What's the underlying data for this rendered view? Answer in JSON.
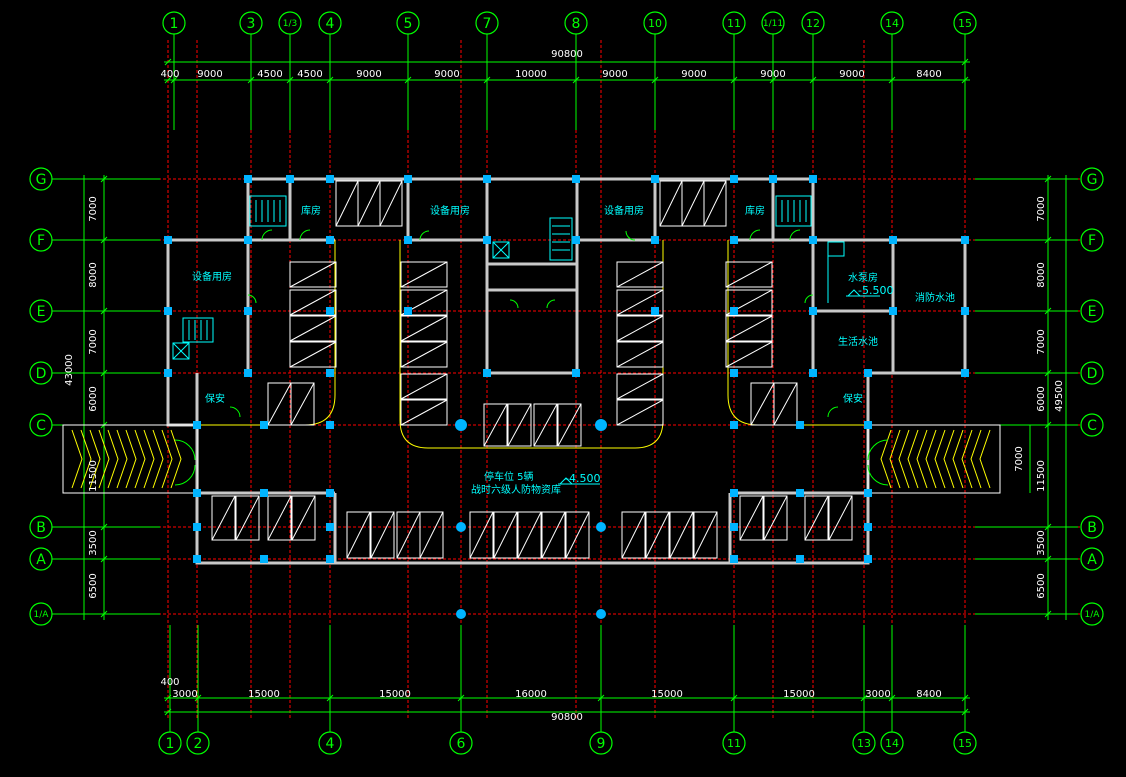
{
  "colors": {
    "background": "#000000",
    "axis_bubble": "#00ff00",
    "grid_line": "#ff0000",
    "wall": "#c8c8c8",
    "column": "#00b4ff",
    "room_text": "#00ffff",
    "dimension_text": "#ffffff",
    "parking_stall": "#ffffff",
    "ramp": "#ffff00",
    "door": "#00ff00"
  },
  "axes": {
    "top": [
      "1",
      "3",
      "1/3",
      "4",
      "5",
      "7",
      "8",
      "10",
      "11",
      "1/11",
      "12",
      "14",
      "15"
    ],
    "bottom": [
      "1",
      "2",
      "4",
      "6",
      "9",
      "11",
      "13",
      "14",
      "15"
    ],
    "left": [
      "G",
      "F",
      "E",
      "D",
      "C",
      "B",
      "A",
      "1/A"
    ],
    "right": [
      "G",
      "F",
      "E",
      "D",
      "C",
      "B",
      "A",
      "1/A"
    ]
  },
  "dimensions": {
    "top_total": "90800",
    "top_segments": [
      "400",
      "9000",
      "4500",
      "4500",
      "9000",
      "9000",
      "10000",
      "9000",
      "9000",
      "9000",
      "9000",
      "8400"
    ],
    "bottom_total": "90800",
    "bottom_segments": [
      "400",
      "3000",
      "15000",
      "15000",
      "16000",
      "15000",
      "15000",
      "3000",
      "8400"
    ],
    "left_segments": [
      "7000",
      "8000",
      "7000",
      "6000",
      "11500",
      "3500",
      "6500"
    ],
    "left_total": "43000",
    "right_segments": [
      "7000",
      "8000",
      "7000",
      "6000",
      "11500",
      "3500",
      "6500"
    ],
    "right_total": "49500",
    "right_ramp": "7000"
  },
  "rooms": {
    "storage_left": "库房",
    "storage_right": "库房",
    "equip_1": "设备用房",
    "equip_2": "设备用房",
    "equip_3": "设备用房",
    "pump_room": "水泵房",
    "fire_pool": "消防水池",
    "domestic_pool": "生活水池",
    "guard_left": "保安",
    "guard_right": "保安",
    "parking_note_1": "停车位 5辆",
    "parking_note_2": "战时六级人防物资库"
  },
  "levels": {
    "main": "-4.500",
    "pump": "-5.500"
  }
}
